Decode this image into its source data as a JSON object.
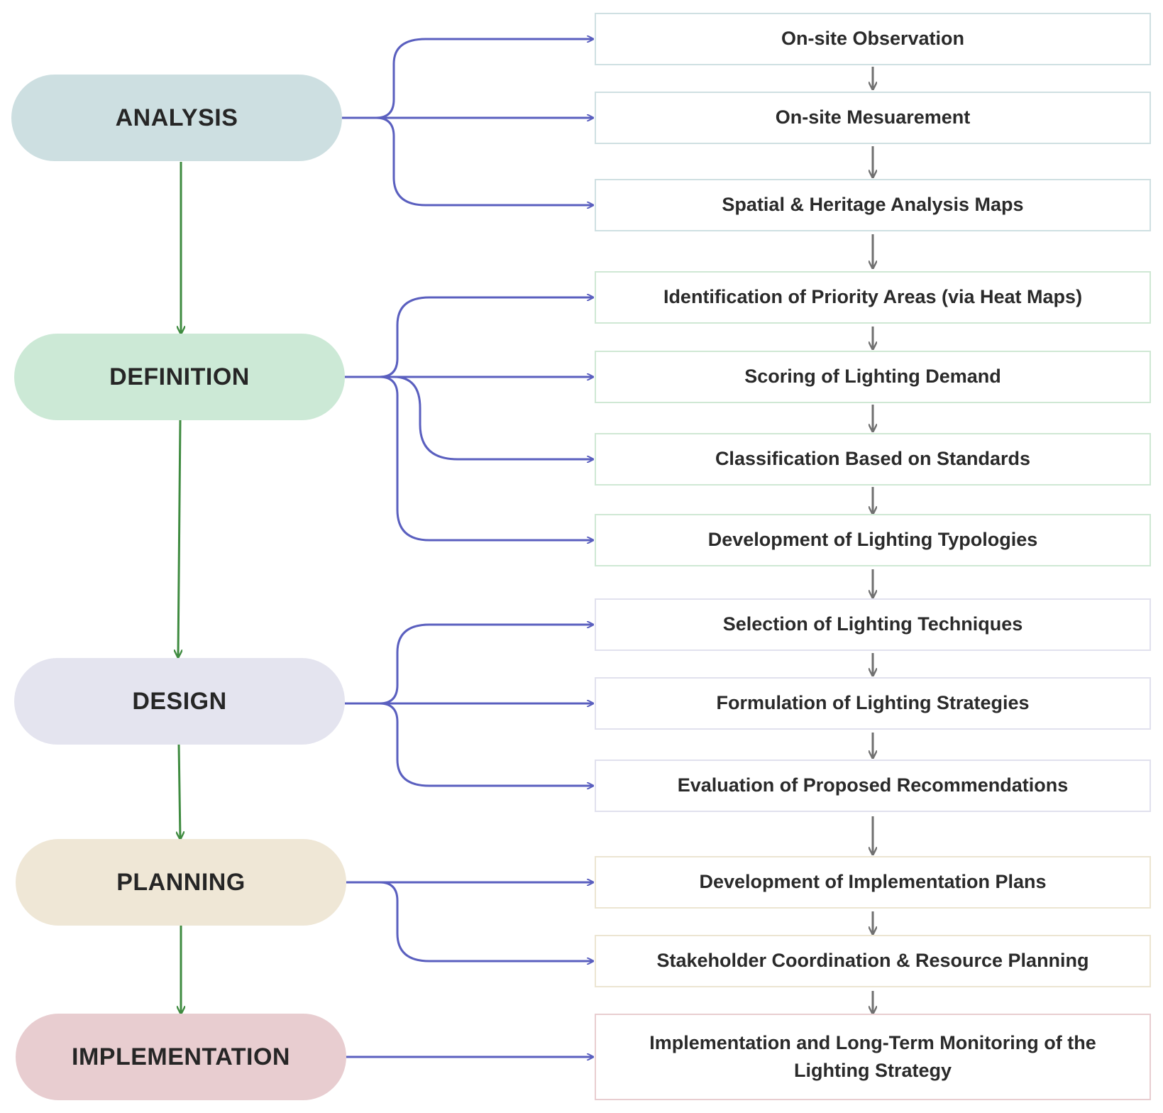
{
  "colors": {
    "branch_arrow": "#5a5fbf",
    "phase_arrow": "#3f8b40",
    "step_arrow": "#707070"
  },
  "phases": [
    {
      "id": "analysis",
      "label": "ANALYSIS",
      "fill": "#cddfe1"
    },
    {
      "id": "definition",
      "label": "DEFINITION",
      "fill": "#cce9d6"
    },
    {
      "id": "design",
      "label": "DESIGN",
      "fill": "#e4e4ef"
    },
    {
      "id": "planning",
      "label": "PLANNING",
      "fill": "#efe7d6"
    },
    {
      "id": "implementation",
      "label": "IMPLEMENTATION",
      "fill": "#e8cdd0"
    }
  ],
  "steps": [
    {
      "label": "On-site Observation",
      "phase": "analysis",
      "border": "#cfe0e2"
    },
    {
      "label": "On-site Mesuarement",
      "phase": "analysis",
      "border": "#cfe0e2"
    },
    {
      "label": "Spatial & Heritage Analysis Maps",
      "phase": "analysis",
      "border": "#cfe0e2"
    },
    {
      "label": "Identification of Priority Areas (via Heat Maps)",
      "phase": "definition",
      "border": "#cfe8d4"
    },
    {
      "label": "Scoring of Lighting Demand",
      "phase": "definition",
      "border": "#cfe8d4"
    },
    {
      "label": "Classification Based on Standards",
      "phase": "definition",
      "border": "#cfe8d4"
    },
    {
      "label": "Development of Lighting Typologies",
      "phase": "definition",
      "border": "#cfe8d4"
    },
    {
      "label": "Selection of Lighting Techniques",
      "phase": "design",
      "border": "#e1e1ee"
    },
    {
      "label": "Formulation of Lighting Strategies",
      "phase": "design",
      "border": "#e1e1ee"
    },
    {
      "label": "Evaluation of Proposed Recommendations",
      "phase": "design",
      "border": "#e1e1ee"
    },
    {
      "label": "Development of Implementation Plans",
      "phase": "planning",
      "border": "#ece5d2"
    },
    {
      "label": "Stakeholder Coordination & Resource Planning",
      "phase": "planning",
      "border": "#ece5d2"
    },
    {
      "label": "Implementation and Long-Term Monitoring of the Lighting Strategy",
      "phase": "implementation",
      "border": "#e8cdd0"
    }
  ]
}
